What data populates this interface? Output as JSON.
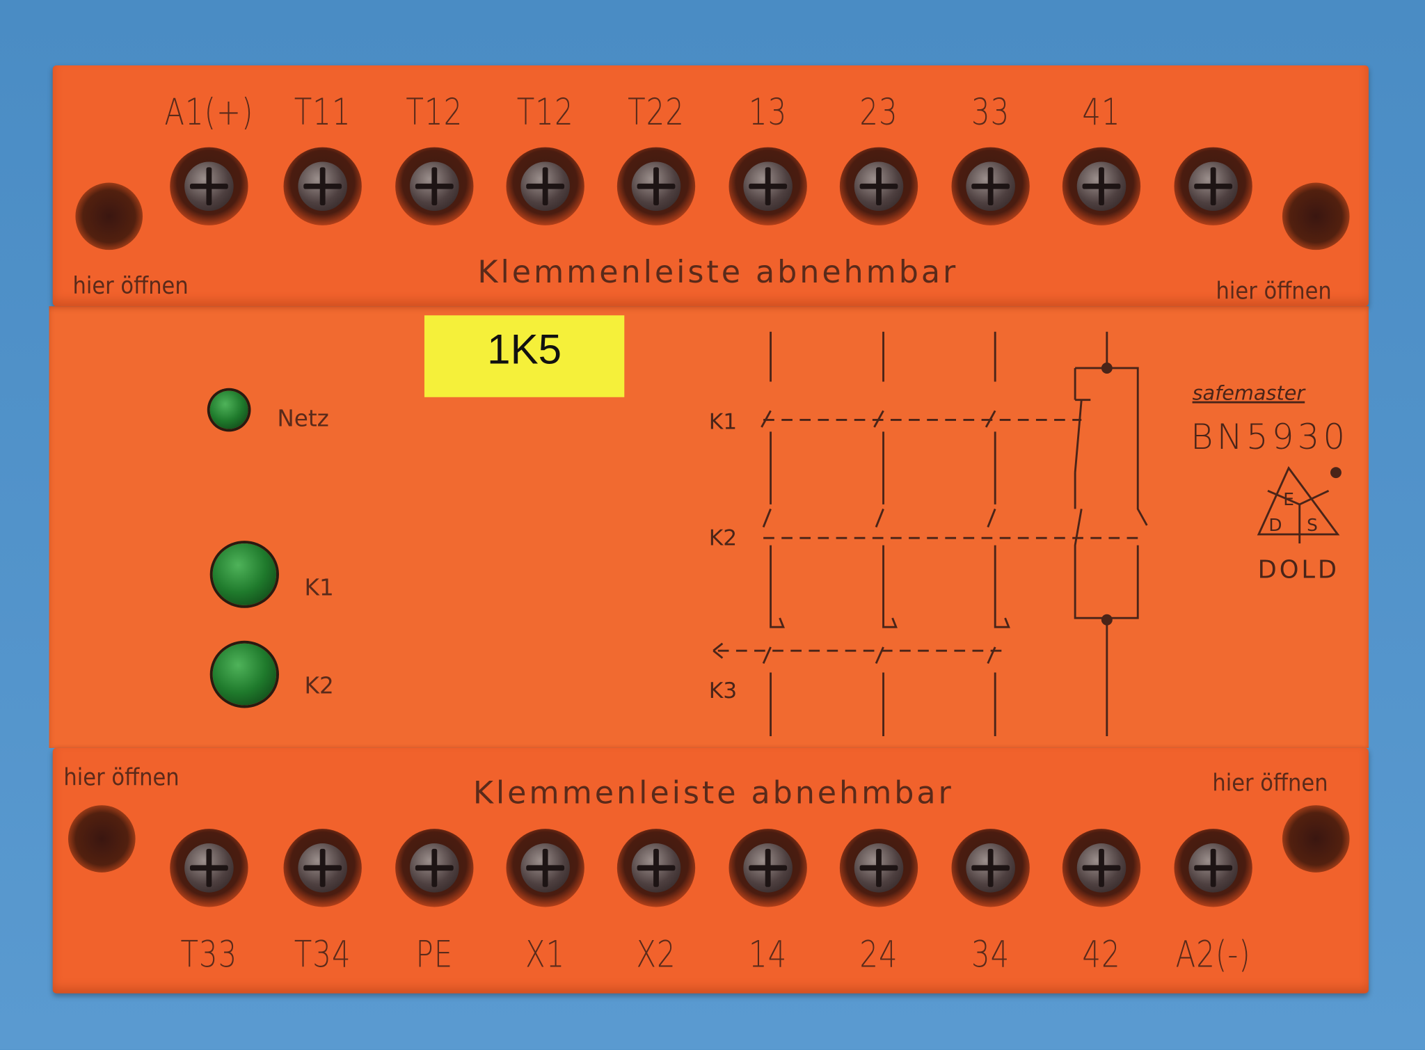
{
  "device": {
    "brand": "safemaster",
    "model": "BN5930",
    "manufacturer": "DOLD",
    "cert_mark_letters": [
      "E",
      "D",
      "S"
    ],
    "tag_label": "1K5"
  },
  "top_strip": {
    "title": "Klemmenleiste abnehmbar",
    "open_left": "hier öffnen",
    "open_right": "hier öffnen",
    "terminals": [
      "A1(+)",
      "T11",
      "T12",
      "T12",
      "T22",
      "13",
      "23",
      "33",
      "41",
      ""
    ]
  },
  "bottom_strip": {
    "title": "Klemmenleiste abnehmbar",
    "open_left": "hier öffnen",
    "open_right": "hier öffnen",
    "terminals": [
      "T33",
      "T34",
      "PE",
      "X1",
      "X2",
      "14",
      "24",
      "34",
      "42",
      "A2(-)"
    ]
  },
  "leds": [
    {
      "label": "Netz",
      "color": "#2e9a3c"
    },
    {
      "label": "K1",
      "color": "#2e9a3c"
    },
    {
      "label": "K2",
      "color": "#2e9a3c"
    }
  ],
  "schematic": {
    "relay_labels": [
      "K1",
      "K2",
      "K3"
    ]
  },
  "colors": {
    "housing": "#f1622c",
    "background": "#4d8fc6",
    "tag": "#f5f03a"
  }
}
